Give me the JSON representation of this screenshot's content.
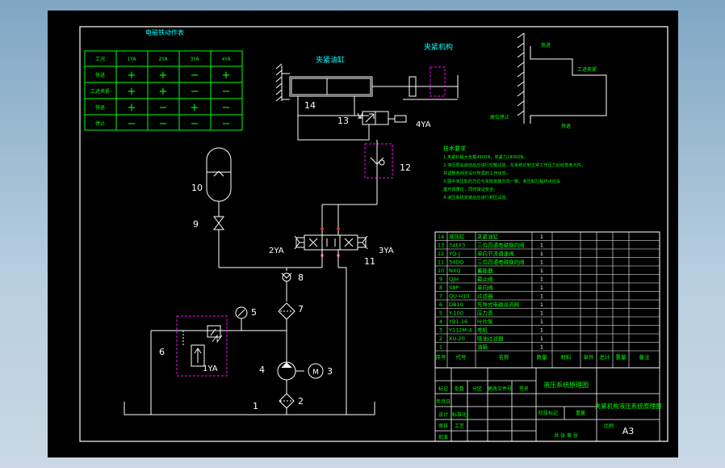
{
  "colors": {
    "frame": "#ffffff",
    "wire": "#ffffff",
    "label": "#00ffff",
    "table_line": "#00ff00",
    "table_text": "#00ff00",
    "accent_dashed": "#ff00ff",
    "marker_red": "#ff3030"
  },
  "action_table": {
    "title": "电磁铁动作表",
    "columns": [
      "工况",
      "1YA",
      "2YA",
      "3YA",
      "4YA"
    ],
    "rows": [
      {
        "name": "快进",
        "cells": [
          "+",
          "+",
          "−",
          "+"
        ]
      },
      {
        "name": "工进夹紧",
        "cells": [
          "+",
          "+",
          "−",
          "−"
        ]
      },
      {
        "name": "快退",
        "cells": [
          "+",
          "−",
          "+",
          "−"
        ]
      },
      {
        "name": "停止",
        "cells": [
          "−",
          "−",
          "−",
          "−"
        ]
      }
    ]
  },
  "labels": {
    "cylinder": "夹紧油缸",
    "mechanism": "夹紧机构",
    "solenoid_1": "1YA",
    "solenoid_2": "2YA",
    "solenoid_3": "3YA",
    "solenoid_4": "4YA"
  },
  "component_numbers": [
    "1",
    "2",
    "3",
    "4",
    "5",
    "6",
    "7",
    "8",
    "9",
    "10",
    "11",
    "12",
    "13",
    "14"
  ],
  "motion_graph": {
    "fast_forward": "快进",
    "work_clamp": "工进夹紧",
    "stop": "原位停止",
    "fast_return": "快退"
  },
  "tech_requirements": {
    "title": "技术要求",
    "lines": [
      "1.夹紧缸最大负载4900N，夹紧力24000N。",
      "2.液压泵站启动后应进行空载试验，在系统达到正常工作压力后检查各元件。",
      "并调整各阀至设计所需的工作状态。",
      "3.图中液压缸的方位与实际安装方向一致。液压缸行程终点应设",
      "置可调限位，同时保证安全。",
      "4.液压系统安装后应进行耐压试验。"
    ]
  },
  "bom": {
    "rows": [
      {
        "no": "14",
        "code": "液压缸",
        "name": "夹紧油缸",
        "qty": "1"
      },
      {
        "no": "13",
        "code": "34EF3",
        "name": "三位四通电磁换向阀",
        "qty": "1"
      },
      {
        "no": "12",
        "code": "YQ-J",
        "name": "单向节流调速阀",
        "qty": "1"
      },
      {
        "no": "11",
        "code": "34DO",
        "name": "三位四通电磁换向阀",
        "qty": "1"
      },
      {
        "no": "10",
        "code": "NXQ",
        "name": "蓄能器",
        "qty": "1"
      },
      {
        "no": "9",
        "code": "QJH",
        "name": "截止阀",
        "qty": "1"
      },
      {
        "no": "8",
        "code": "S8P",
        "name": "单向阀",
        "qty": "1"
      },
      {
        "no": "7",
        "code": "QU-H10",
        "name": "过滤器",
        "qty": "1"
      },
      {
        "no": "6",
        "code": "DB10",
        "name": "先导式电磁溢流阀",
        "qty": "1"
      },
      {
        "no": "5",
        "code": "Y-100",
        "name": "压力表",
        "qty": "1"
      },
      {
        "no": "4",
        "code": "YB1-16",
        "name": "叶片泵",
        "qty": "1"
      },
      {
        "no": "3",
        "code": "Y112M-4",
        "name": "电机",
        "qty": "1"
      },
      {
        "no": "2",
        "code": "XU-20",
        "name": "吸油过滤器",
        "qty": "1"
      },
      {
        "no": "1",
        "code": "",
        "name": "油箱",
        "qty": "1"
      }
    ],
    "headers": [
      "序号",
      "代号",
      "名称",
      "数量",
      "材料",
      "单件",
      "总计",
      "重量",
      "备注"
    ]
  },
  "title_block": {
    "drawing_name": "液压系统原理图",
    "project_name": "夹紧机构液压系统原理图",
    "sheet_size": "A3",
    "labels": [
      "标记",
      "处数",
      "分区",
      "更改文件号",
      "签名",
      "年月日",
      "设计",
      "标准化",
      "审核",
      "工艺",
      "批准",
      "阶段标记",
      "重量",
      "比例",
      "共 张 第 张"
    ]
  }
}
